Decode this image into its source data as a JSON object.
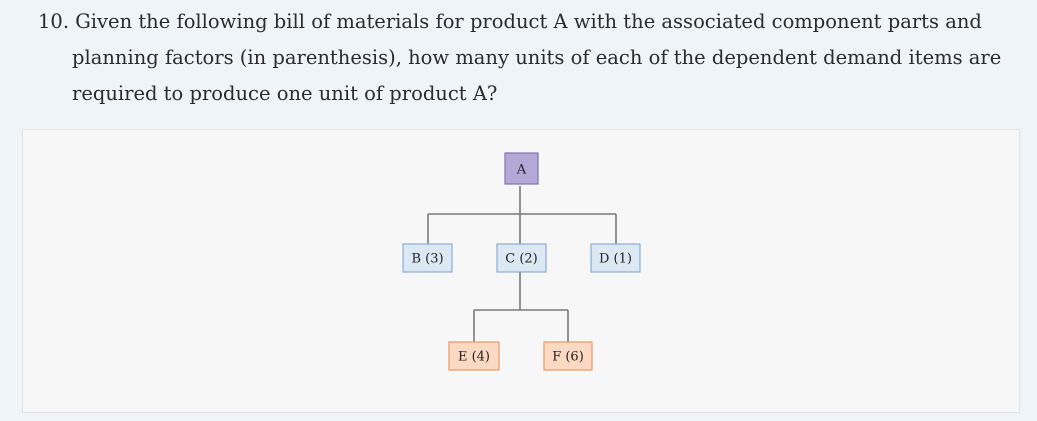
{
  "question": {
    "lines": [
      "10. Given the following bill of materials for product A with the associated component parts and",
      "planning factors (in parenthesis), how many units of each of the dependent demand items are",
      "required to produce one unit of product A?"
    ]
  },
  "diagram": {
    "nodes": [
      {
        "id": "A",
        "label": "A",
        "fill": "#b3a8d6",
        "stroke": "#7f74b0"
      },
      {
        "id": "B",
        "label": "B (3)",
        "fill": "#dde8f5",
        "stroke": "#8aaed3"
      },
      {
        "id": "C",
        "label": "C (2)",
        "fill": "#dde8f5",
        "stroke": "#8aaed3"
      },
      {
        "id": "D",
        "label": "D (1)",
        "fill": "#dde8f5",
        "stroke": "#8aaed3"
      },
      {
        "id": "E",
        "label": "E (4)",
        "fill": "#fbd9c3",
        "stroke": "#e59a66"
      },
      {
        "id": "F",
        "label": "F (6)",
        "fill": "#fbd9c3",
        "stroke": "#e59a66"
      }
    ],
    "edges": [
      {
        "from": "A",
        "to": "B"
      },
      {
        "from": "A",
        "to": "C"
      },
      {
        "from": "A",
        "to": "D"
      },
      {
        "from": "C",
        "to": "E"
      },
      {
        "from": "C",
        "to": "F"
      }
    ]
  }
}
